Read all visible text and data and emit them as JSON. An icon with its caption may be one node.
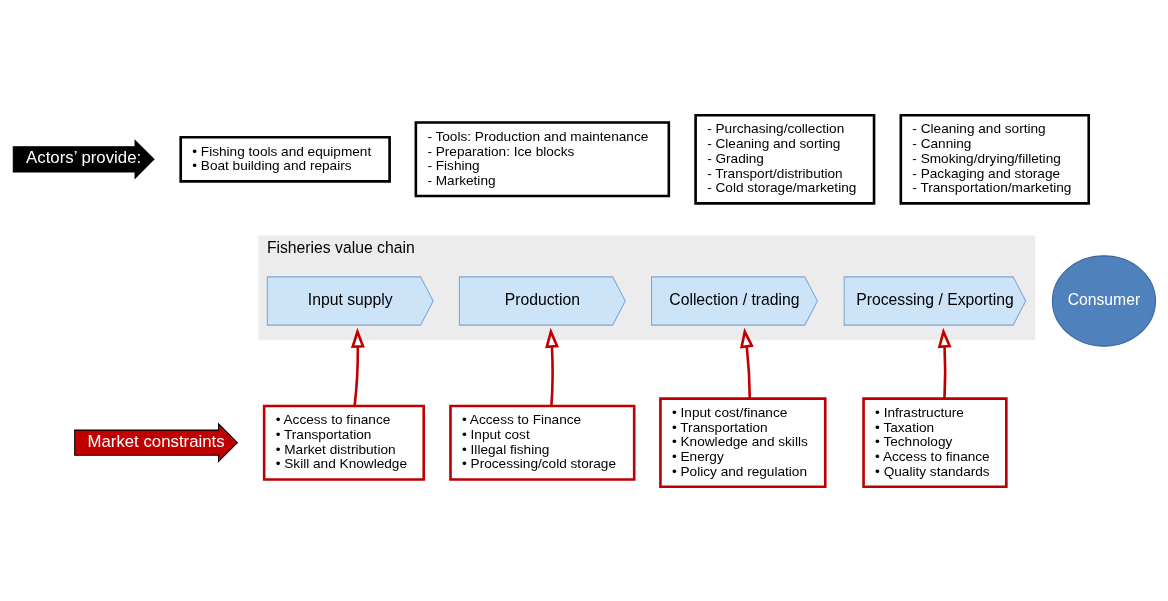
{
  "diagram": {
    "nodes": [
      {
        "text": [
          "Actors’ provide:"
        ]
      },
      {
        "text": [
          "• Fishing tools and equipment",
          "• Boat building and repairs"
        ]
      },
      {
        "text": [
          "- Tools: Production and maintenance",
          "- Preparation: Ice blocks",
          "- Fishing",
          "- Marketing"
        ]
      },
      {
        "text": [
          "- Purchasing/collection",
          "- Cleaning and sorting",
          "- Grading",
          "- Transport/distribution",
          "- Cold storage/marketing"
        ]
      },
      {
        "text": [
          "- Cleaning and sorting",
          "- Canning",
          "- Smoking/drying/filleting",
          "- Packaging and storage",
          "- Transportation/marketing"
        ]
      },
      {
        "text": [
          "Fisheries value chain"
        ]
      },
      {
        "text": [
          "Input supply"
        ],
        "in": 5
      },
      {
        "text": [
          "Production"
        ],
        "in": 5
      },
      {
        "text": [
          "Collection / trading"
        ],
        "in": 5
      },
      {
        "text": [
          "Processing / Exporting"
        ],
        "in": 5
      },
      {
        "text": [
          "Consumer"
        ]
      },
      {
        "text": [
          "Market constraints"
        ]
      },
      {
        "text": [
          "• Access to finance",
          "• Transportation",
          "• Market distribution",
          "• Skill and Knowledge"
        ]
      },
      {
        "text": [
          "• Access to Finance",
          "• Input cost",
          "• Illegal fishing",
          "• Processing/cold storage"
        ]
      },
      {
        "text": [
          "• Input cost/finance",
          "• Transportation",
          "• Knowledge and skills",
          "• Energy",
          "• Policy and regulation"
        ]
      },
      {
        "text": [
          "• Infrastructure",
          "• Taxation",
          "• Technology",
          "• Access to finance",
          "• Quality standards"
        ]
      }
    ],
    "edges": [
      {
        "from": 12,
        "to": 6,
        "arrow": "to"
      },
      {
        "from": 13,
        "to": 7,
        "arrow": "to"
      },
      {
        "from": 14,
        "to": 8,
        "arrow": "to"
      },
      {
        "from": 15,
        "to": 9,
        "arrow": "to"
      }
    ]
  }
}
